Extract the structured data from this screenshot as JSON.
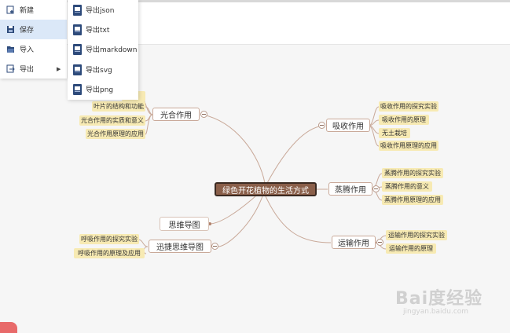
{
  "menu": {
    "items": [
      {
        "label": "新建",
        "icon": "new-file-icon"
      },
      {
        "label": "保存",
        "icon": "save-icon"
      },
      {
        "label": "导入",
        "icon": "folder-open-icon"
      },
      {
        "label": "导出",
        "icon": "export-icon"
      }
    ],
    "active": "保存"
  },
  "submenu": {
    "items": [
      {
        "label": "导出json"
      },
      {
        "label": "导出txt"
      },
      {
        "label": "导出markdown"
      },
      {
        "label": "导出svg"
      },
      {
        "label": "导出png"
      }
    ]
  },
  "mindmap": {
    "root": "绿色开花植物的生活方式",
    "branches": {
      "photosynthesis": {
        "label": "光合作用",
        "children": [
          "叶片的结构和功能",
          "光合作用的实质和意义",
          "光合作用原理的应用"
        ]
      },
      "absorption": {
        "label": "吸收作用",
        "children": [
          "吸收作用的探究实验",
          "吸收作用的原理",
          "无土栽培",
          "吸收作用原理的应用"
        ]
      },
      "transpiration": {
        "label": "蒸腾作用",
        "children": [
          "蒸腾作用的探究实验",
          "蒸腾作用的意义",
          "蒸腾作用原理的应用"
        ]
      },
      "transport": {
        "label": "运输作用",
        "children": [
          "运输作用的探究实验",
          "运输作用的原理"
        ]
      },
      "xunjie": {
        "label": "迅捷思维导图",
        "children": [
          "呼吸作用的探究实验",
          "呼吸作用的原理及应用"
        ]
      }
    },
    "floating": "思维导图"
  },
  "watermark": {
    "main": "Bai度经验",
    "sub": "jingyan.baidu.com"
  },
  "colors": {
    "edge": "#c9a999",
    "leaf_bg": "#f7eab3",
    "root_bg": "#8a5f4a",
    "menu_active": "#dbe8f8"
  }
}
